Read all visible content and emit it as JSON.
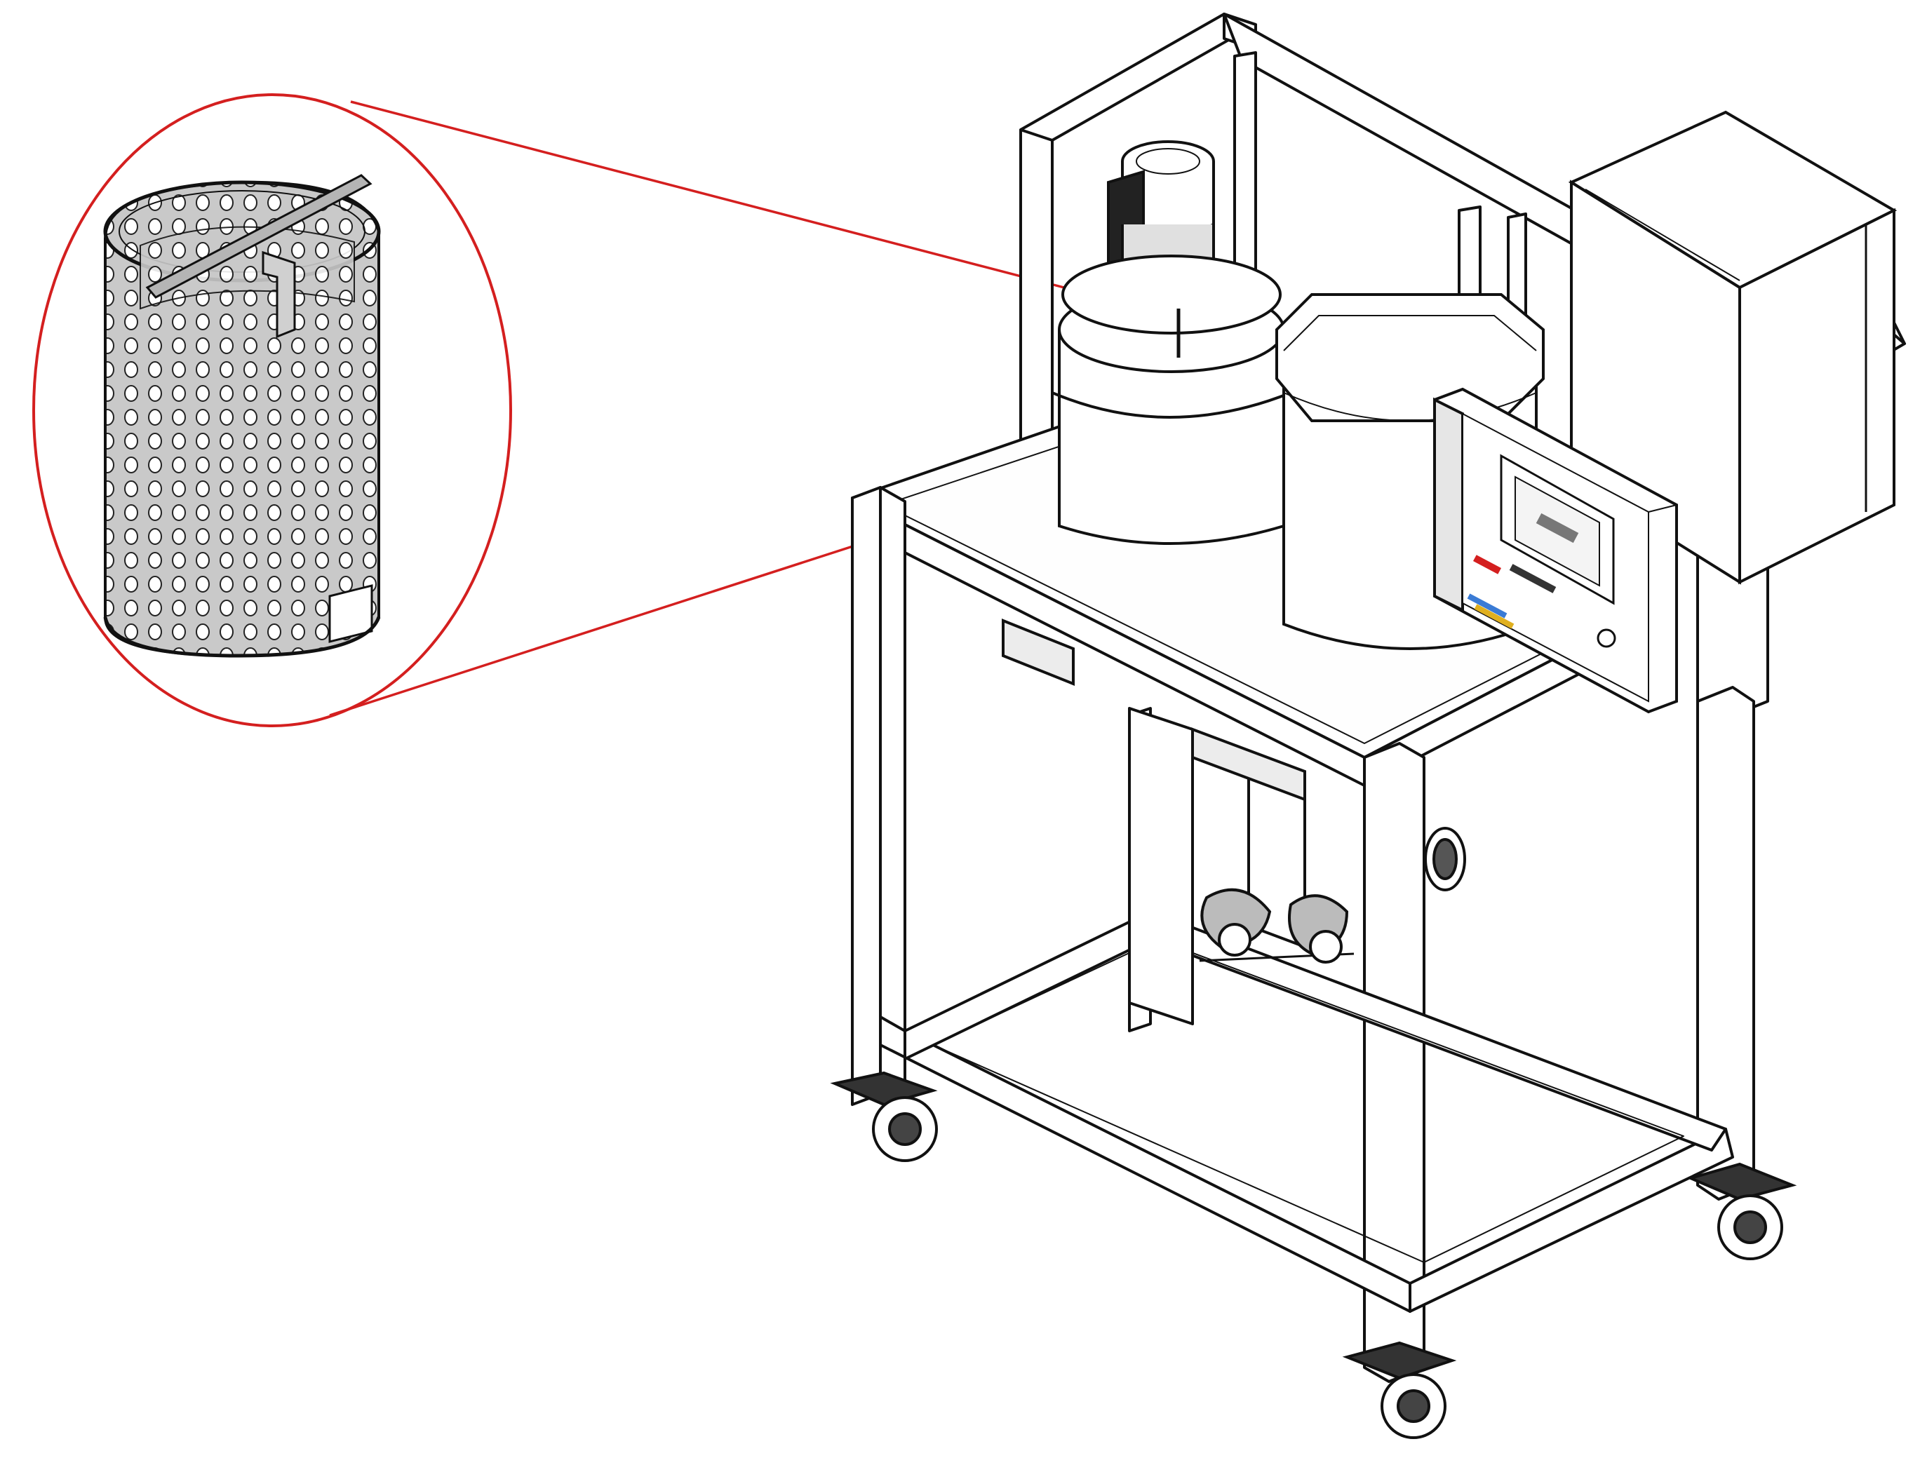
{
  "figure": {
    "type": "technical-line-drawing",
    "description_visible_text": [],
    "colors": {
      "line": "#1a1a1a",
      "callout": "#d41f1f",
      "metal_fill": "#c8c8c8",
      "background": "#ffffff"
    },
    "elements": [
      {
        "name": "detail-callout-circle",
        "label": ""
      },
      {
        "name": "perforated-basket",
        "label": ""
      },
      {
        "name": "callout-leader-lines",
        "label": ""
      },
      {
        "name": "machine-frame",
        "label": ""
      },
      {
        "name": "mixer-motor",
        "label": ""
      },
      {
        "name": "tank-left",
        "label": ""
      },
      {
        "name": "tank-right",
        "label": ""
      },
      {
        "name": "control-panel",
        "label": ""
      },
      {
        "name": "electrical-box",
        "label": ""
      },
      {
        "name": "pump-assembly",
        "label": ""
      },
      {
        "name": "casters",
        "label": ""
      }
    ]
  }
}
